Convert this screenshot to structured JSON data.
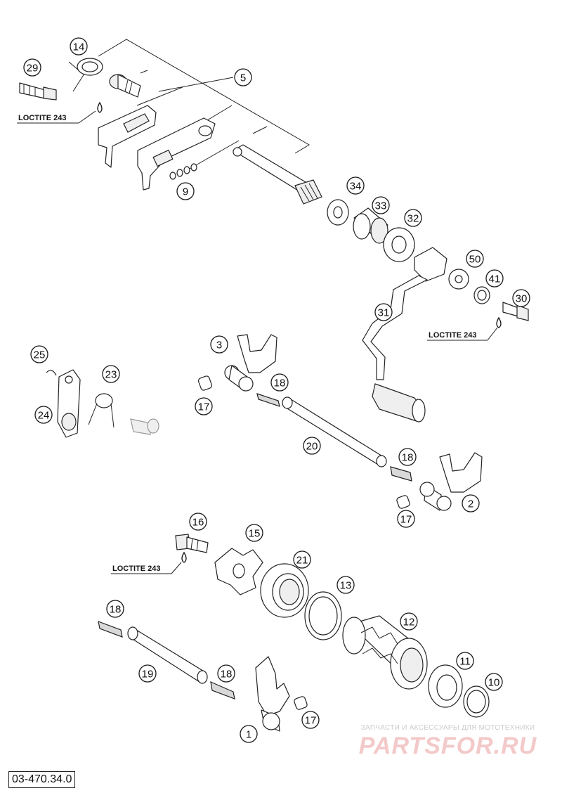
{
  "callouts": [
    "1",
    "2",
    "3",
    "5",
    "9",
    "10",
    "11",
    "12",
    "13",
    "14",
    "15",
    "16",
    "17",
    "17",
    "17",
    "18",
    "18",
    "18",
    "18",
    "19",
    "20",
    "21",
    "23",
    "24",
    "25",
    "29",
    "30",
    "31",
    "32",
    "33",
    "34",
    "41",
    "50"
  ],
  "loctite_labels": [
    "LOCTITE 243",
    "LOCTITE 243",
    "LOCTITE 243"
  ],
  "drawing_code": "03-470.34.0",
  "watermark": {
    "tagline": "ЗАПЧАСТИ И АКСЕССУАРЫ ДЛЯ МОТОТЕХНИКИ",
    "brand": "PARTSFOR.RU"
  },
  "colors": {
    "line": "#222222",
    "watermark": "#f3c9c9"
  }
}
